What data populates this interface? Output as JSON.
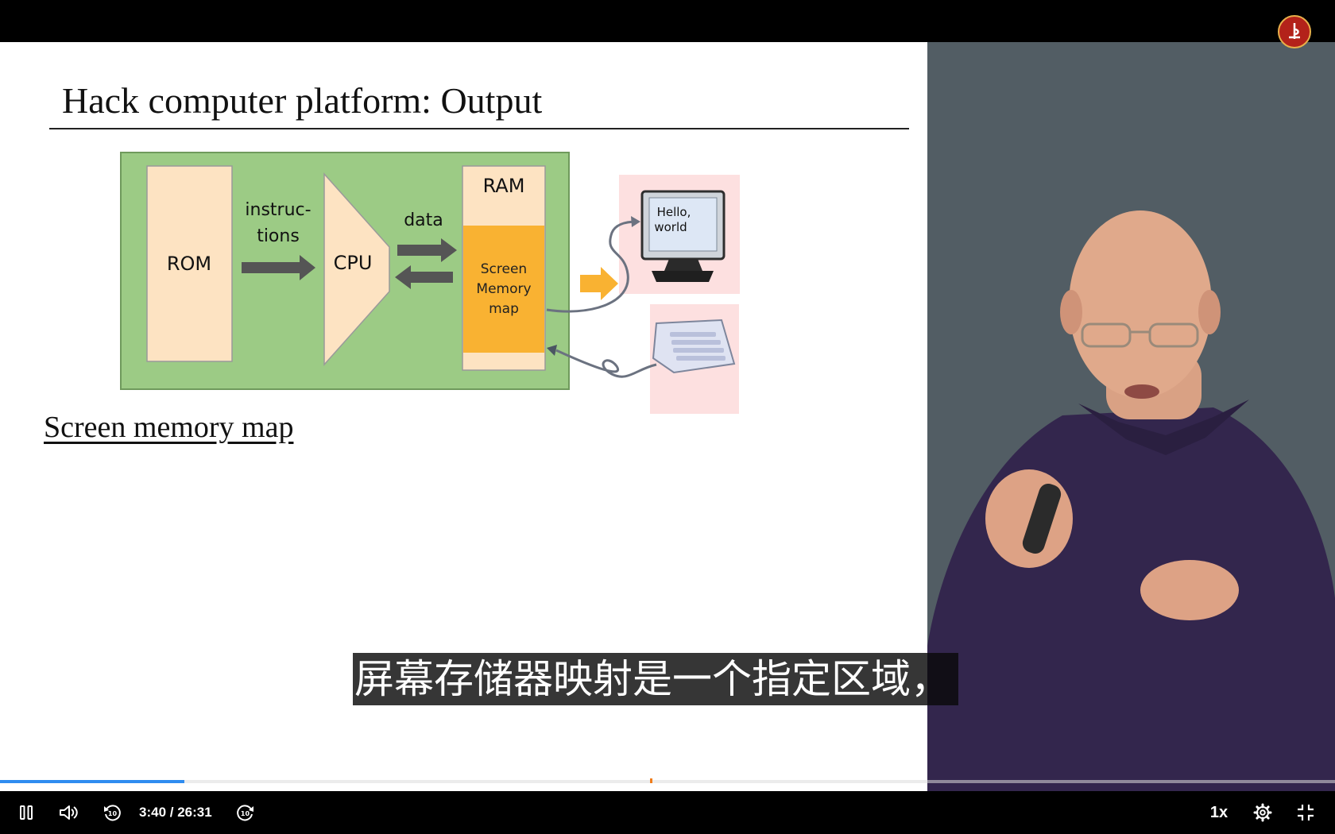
{
  "slide": {
    "title": "Hack computer platform: Output",
    "subtitle": "Screen memory map",
    "diagram": {
      "rom_label": "ROM",
      "instructions_label_line1": "instruc-",
      "instructions_label_line2": "tions",
      "cpu_label": "CPU",
      "data_label": "data",
      "ram_label": "RAM",
      "screen_map_line1": "Screen",
      "screen_map_line2": "Memory",
      "screen_map_line3": "map",
      "monitor_text_line1": "Hello,",
      "monitor_text_line2": "world"
    }
  },
  "caption": "屏幕存储器映射是一个指定区域，",
  "player": {
    "current_time": "3:40",
    "duration": "26:31",
    "time_separator": " / ",
    "progress_fraction": 0.1383,
    "speed": "1x",
    "icons": {
      "pause": "pause-icon",
      "volume": "volume-icon",
      "rewind": "rewind-10-icon",
      "forward": "forward-10-icon",
      "settings": "gear-icon",
      "fullscreen": "exit-fullscreen-icon"
    }
  },
  "colors": {
    "board_green": "#9ccb85",
    "chip_peach": "#fde3c2",
    "screen_map_orange": "#f9b232",
    "progress_blue": "#2f8cf0",
    "speaker_background": "#525d64"
  }
}
